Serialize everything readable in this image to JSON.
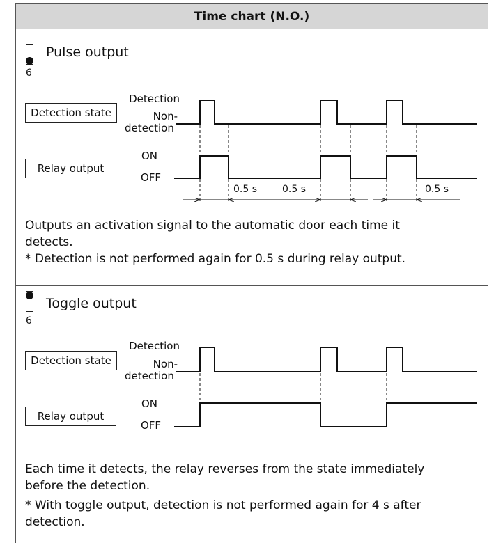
{
  "header": {
    "title": "Time chart (N.O.)"
  },
  "pulse": {
    "switch_number": "6",
    "mode_label": "Pulse output",
    "detection_state_box": "Detection state",
    "detection_label": "Detection",
    "non_detection_label_1": "Non-",
    "non_detection_label_2": "detection",
    "relay_output_box": "Relay output",
    "on_label": "ON",
    "off_label": "OFF",
    "interval_1": "0.5 s",
    "interval_2": "0.5 s",
    "interval_3": "0.5 s",
    "desc_line_1": "Outputs an activation signal to the automatic door each time it",
    "desc_line_2": "detects.",
    "note_line": "* Detection is not performed again for 0.5 s during relay output."
  },
  "toggle": {
    "switch_number": "6",
    "mode_label": "Toggle output",
    "detection_state_box": "Detection state",
    "detection_label": "Detection",
    "non_detection_label_1": "Non-",
    "non_detection_label_2": "detection",
    "relay_output_box": "Relay output",
    "on_label": "ON",
    "off_label": "OFF",
    "desc_line_1": "Each time it detects, the relay reverses from the state immediately",
    "desc_line_2": "before the detection.",
    "note_line_1": "* With toggle output, detection is not performed again for 4 s after",
    "note_line_2": "detection."
  },
  "colors": {
    "header_bg": "#d6d6d6",
    "line": "#111111",
    "border": "#555555"
  }
}
